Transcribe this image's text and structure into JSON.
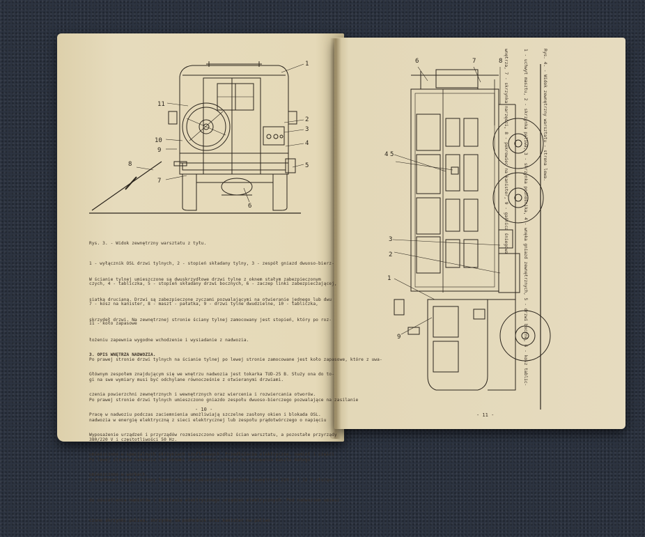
{
  "left_page": {
    "figure_labels": [
      "1",
      "2",
      "3",
      "4",
      "5",
      "6",
      "7",
      "8",
      "9",
      "10",
      "11"
    ],
    "caption_lines": [
      "Rys. 3. - Widok zewnętrzny warsztatu z tyłu.",
      "1 - wyłącznik OSL drzwi tylnych, 2 - stopień składany tylny, 3 - zespół gniazd dwuoso-bierz-",
      "czych, 4 - tabliczka, 5 - stopień składany drzwi bocznych, 6 - zaczep linki zabezpieczającej,",
      "7 - kosz na kanister, 8 - maszt - pałatka, 9 - drzwi tylne dwudzielne, 10 - tabliczka,",
      "11 - koło zapasowe"
    ],
    "paragraph_lines": [
      "W ścianie tylnej umieszczone są dwuskrzydłowe drzwi tylne z oknem stałym zabezpieczonym",
      "siatką drucianą. Drzwi są zabezpieczone zyczami pozwalającymi na otwieranie jednego lub dwu",
      "skrzydeł drzwi. Na zewnętrznej stronie ściany tylnej zamocowany jest stopień, który po roz-",
      "łożeniu zapewnia wygodne wchodzenie i wysiadanie z nadwozia.",
      "Po prawej stronie drzwi tylnych na ścianie tylnej po lewej stronie zamocowane jest koło zapasowe, które z uwa-",
      "gi na swe wymiary musi być odchylane równocześnie z otwieranymi drzwiami.",
      "Po prawej stronie drzwi tylnych umieszczono gniazdo zespołu dwuoso-bierczego pozwalające na zasilanie",
      "nadwozia w energię elektryczną z sieci elektrycznej lub zespołu prądotwórczego o napięciu",
      "380/220 V i częstotliwości 50 Hz.",
      "Po lewej stronie nadwozia nad oknami zamontowano uchwyty do mocowania masztu małego.",
      "W środkowej części ściany lewej są wnęce umieszczono gniazdo zewnętrzne 220 V i 12 V służące",
      "do oświetlenia namiotów i zasilania elektrycznego urządzeń elektrycznych. Pod nadwoziem umiesz-",
      "czone skrzynki paliwa, skrzynkę na podnośnik oraz kanister na paliwo."
    ],
    "section_heading": "3. OPIS WNĘTRZA NADWOZIA.",
    "section_lines": [
      "Głównym zespołem znajdującym się we wnętrzu nadwozia jest tokarka TUD-25 B. Służy ona do to-",
      "czenia powierzchni zewnętrznych i wewnętrznych oraz wiercenia i rozwiercania otworów.",
      "Pracę w nadwoziu podczas zaciemnienia umożliwiają szczelne zasłony okien i blokada OSL.",
      "Wyposażenie urządzeń i przyrządów rozmieszczono wzdłuż ścian warsztatu, a pozostałe przyrządy",
      "umieszczono w specjalnych skrzyniach szufladowych. Przedłużacze elektryczne, namiot i części",
      "umieszczono w workach."
    ],
    "page_number": "- 10 -"
  },
  "right_page": {
    "figure_labels": [
      "1",
      "2",
      "3",
      "4",
      "5",
      "6",
      "7",
      "8",
      "9"
    ],
    "caption_lines": [
      "Rys. 4. - Widok zewnętrzny warsztatu - strona lewa.",
      "1 - uchwyt masztu, 2 - skrzynka paliwa, 3 - skrzynka podnośnika, 4 - wnęka gniazd zewnętrznych, 5 - drzwi boczne, 6 - kosz tablic-",
      "wnętrza, 7 - skrzynka narzędzi, 8 - pokrowiec na kanister, 9 - gaśnica śniegowa"
    ],
    "page_number": "- 11 -"
  }
}
